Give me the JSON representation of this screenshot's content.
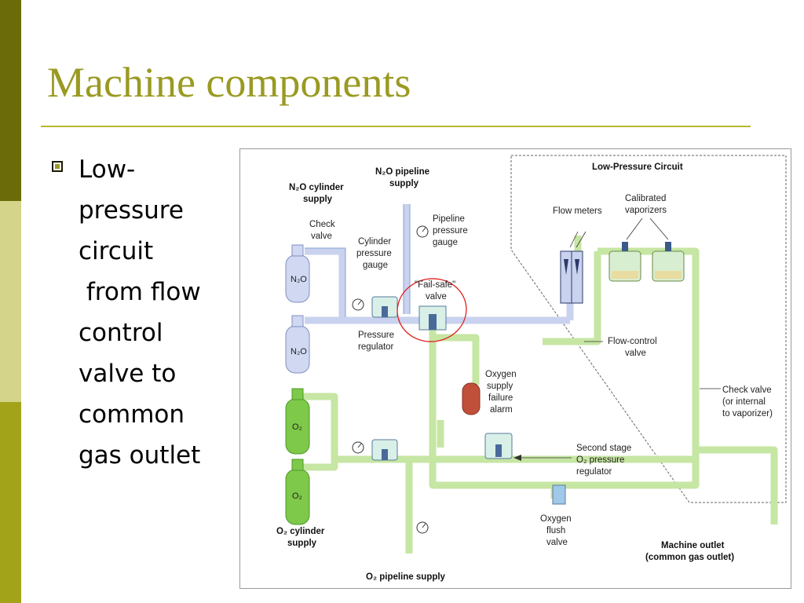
{
  "slide": {
    "title": "Machine components",
    "bullet_lines": [
      "Low-",
      "pressure",
      "circuit",
      " from flow",
      "control",
      "valve to",
      "common",
      "gas outlet"
    ]
  },
  "colors": {
    "sidebar_dark": "#6b6b0a",
    "sidebar_light": "#d4d48a",
    "sidebar_mid": "#a3a31a",
    "title": "#9a9a22",
    "pipe_n2o": "#c9d2ee",
    "pipe_o2": "#c6e6a3",
    "annotation_circle": "#e02020"
  },
  "diagram": {
    "low_pressure_circuit": "Low-Pressure Circuit",
    "n2o_pipeline_supply": [
      "N₂O pipeline",
      "supply"
    ],
    "n2o_cylinder_supply": [
      "N₂O cylinder",
      "supply"
    ],
    "check_valve": [
      "Check",
      "valve"
    ],
    "cylinder_pressure_gauge": [
      "Cylinder",
      "pressure",
      "gauge"
    ],
    "pipeline_pressure_gauge": [
      "Pipeline",
      "pressure",
      "gauge"
    ],
    "fail_safe_valve": [
      "\"Fail-safe\"",
      "valve"
    ],
    "pressure_regulator": [
      "Pressure",
      "regulator"
    ],
    "flow_meters": "Flow meters",
    "calibrated_vaporizers": [
      "Calibrated",
      "vaporizers"
    ],
    "flow_control_valve": [
      "Flow-control",
      "valve"
    ],
    "oxygen_supply_failure_alarm": [
      "Oxygen",
      "supply",
      "failure",
      "alarm"
    ],
    "check_valve_vaporizer": [
      "Check valve",
      "(or internal",
      "to vaporizer)"
    ],
    "second_stage_regulator": [
      "Second stage",
      "O₂ pressure",
      "regulator"
    ],
    "oxygen_flush_valve": [
      "Oxygen",
      "flush",
      "valve"
    ],
    "o2_cylinder_supply": [
      "O₂ cylinder",
      "supply"
    ],
    "o2_pipeline_supply": "O₂ pipeline supply",
    "machine_outlet": [
      "Machine outlet",
      "(common gas outlet)"
    ],
    "cylinder_n2o": "N₂O",
    "cylinder_o2": "O₂"
  }
}
